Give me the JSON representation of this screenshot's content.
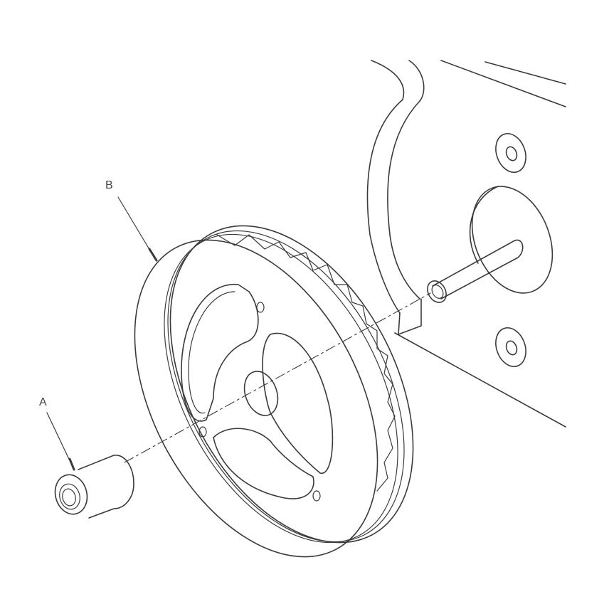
{
  "diagram": {
    "type": "exploded-view technical illustration",
    "labels": [
      {
        "id": "A",
        "text": "A",
        "target": "bolt / bushing"
      },
      {
        "id": "B",
        "text": "B",
        "target": "crankshaft pulley"
      }
    ],
    "colors": {
      "line": "#3a3a3a",
      "background": "#ffffff"
    }
  }
}
